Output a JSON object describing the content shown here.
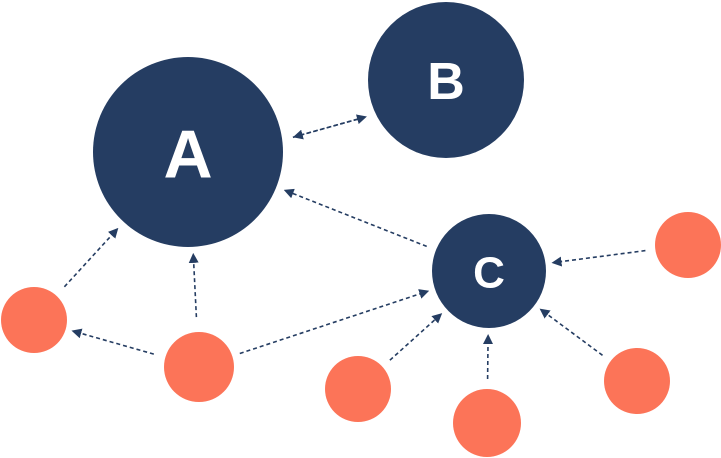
{
  "diagram": {
    "colors": {
      "hub": "#253d62",
      "leaf": "#fc7458",
      "edge": "#253d62",
      "label": "#ffffff",
      "background": "#ffffff"
    },
    "nodes": [
      {
        "id": "A",
        "label": "A",
        "kind": "hub"
      },
      {
        "id": "B",
        "label": "B",
        "kind": "hub"
      },
      {
        "id": "C",
        "label": "C",
        "kind": "hub"
      },
      {
        "id": "leaf-left",
        "label": "",
        "kind": "leaf"
      },
      {
        "id": "leaf-center",
        "label": "",
        "kind": "leaf"
      },
      {
        "id": "leaf-right-top",
        "label": "",
        "kind": "leaf"
      },
      {
        "id": "leaf-bottom-left",
        "label": "",
        "kind": "leaf"
      },
      {
        "id": "leaf-bottom-center",
        "label": "",
        "kind": "leaf"
      },
      {
        "id": "leaf-bottom-right",
        "label": "",
        "kind": "leaf"
      }
    ],
    "edges": [
      {
        "from": "B",
        "to": "A",
        "style": "dashed",
        "arrow": "end"
      },
      {
        "from": "A",
        "to": "B",
        "style": "dashed",
        "arrow": "end"
      },
      {
        "from": "C",
        "to": "A",
        "style": "dashed",
        "arrow": "end"
      },
      {
        "from": "leaf-left",
        "to": "A",
        "style": "dashed",
        "arrow": "end"
      },
      {
        "from": "leaf-center",
        "to": "A",
        "style": "dashed",
        "arrow": "end"
      },
      {
        "from": "leaf-center",
        "to": "leaf-left",
        "style": "dashed",
        "arrow": "end"
      },
      {
        "from": "leaf-center",
        "to": "C",
        "style": "dashed",
        "arrow": "end"
      },
      {
        "from": "leaf-right-top",
        "to": "C",
        "style": "dashed",
        "arrow": "end"
      },
      {
        "from": "leaf-bottom-left",
        "to": "C",
        "style": "dashed",
        "arrow": "end"
      },
      {
        "from": "leaf-bottom-center",
        "to": "C",
        "style": "dashed",
        "arrow": "end"
      },
      {
        "from": "leaf-bottom-right",
        "to": "C",
        "style": "dashed",
        "arrow": "end"
      }
    ]
  }
}
